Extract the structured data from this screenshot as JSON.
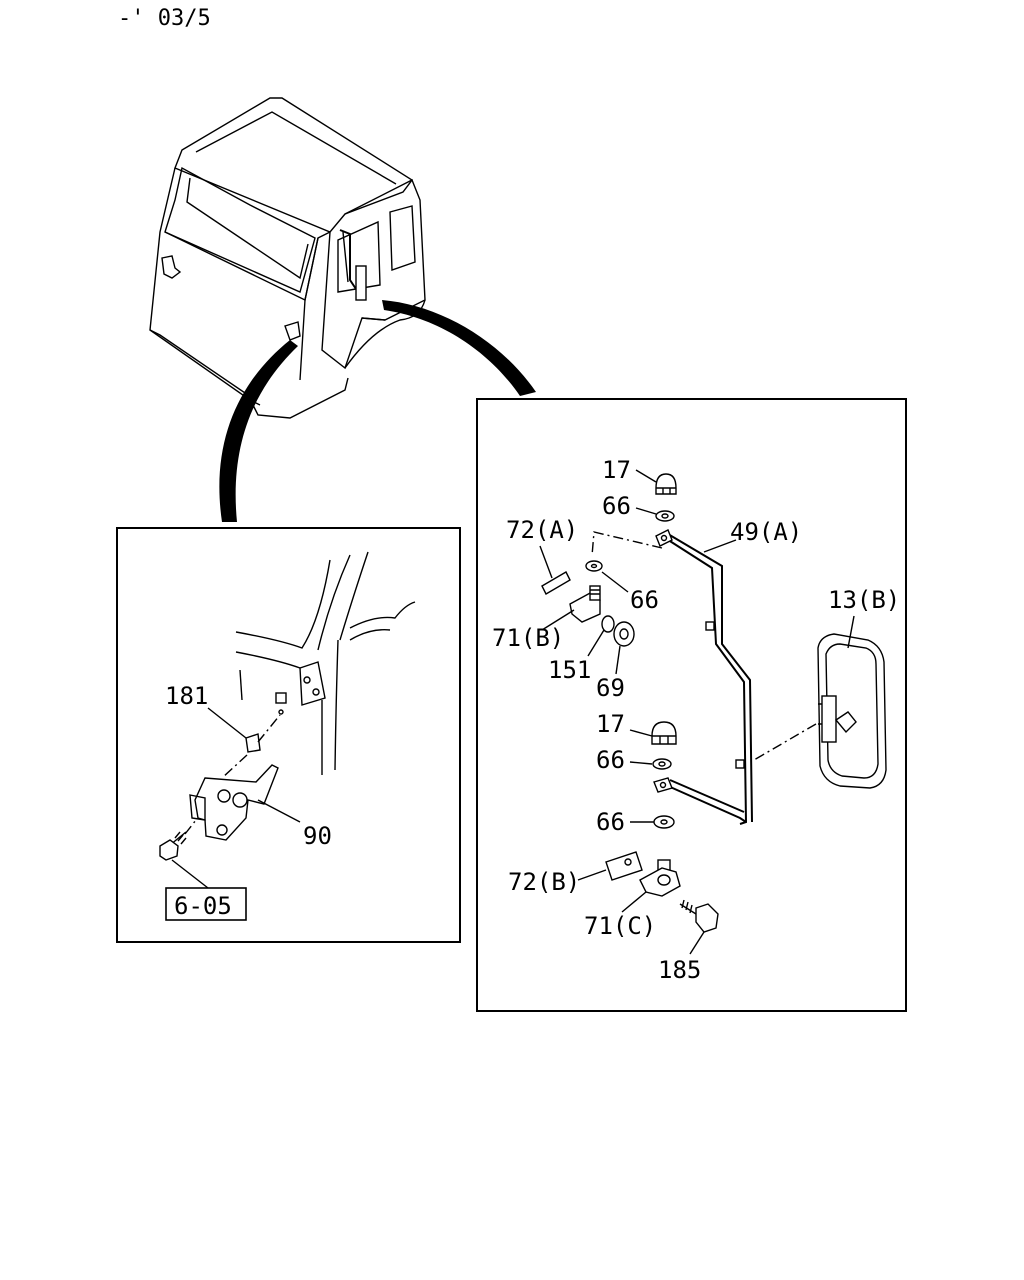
{
  "header": {
    "code": "-' 03/5"
  },
  "left_panel": {
    "labels": {
      "p181": "181",
      "p90": "90",
      "ref": "6-05"
    }
  },
  "right_panel": {
    "labels": {
      "p17_top": "17",
      "p66_top": "66",
      "p49a": "49(A)",
      "p72a": "72(A)",
      "p66_mid": "66",
      "p71b": "71(B)",
      "p151": "151",
      "p69": "69",
      "p13b": "13(B)",
      "p17_low": "17",
      "p66_low": "66",
      "p66_bot": "66",
      "p72b": "72(B)",
      "p71c": "71(C)",
      "p185": "185"
    }
  }
}
